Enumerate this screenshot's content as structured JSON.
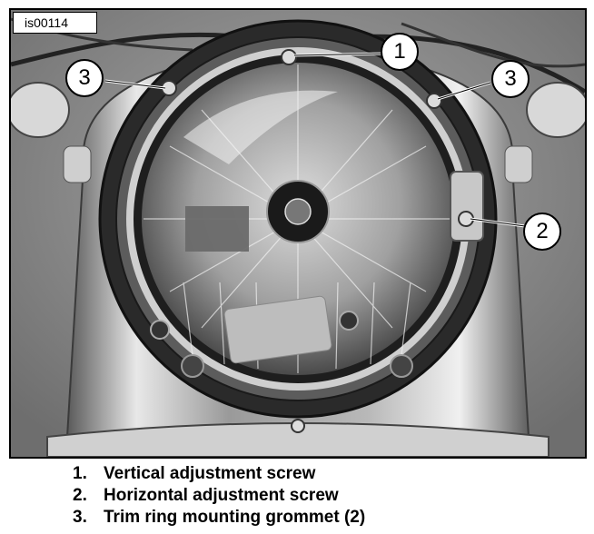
{
  "figure": {
    "id_label": "is00114",
    "callouts": [
      {
        "label": "1"
      },
      {
        "label": "3"
      },
      {
        "label": "3"
      },
      {
        "label": "2"
      }
    ]
  },
  "legend": [
    {
      "number": "1.",
      "text": "Vertical adjustment screw"
    },
    {
      "number": "2.",
      "text": "Horizontal adjustment screw"
    },
    {
      "number": "3.",
      "text": "Trim ring mounting grommet (2)"
    }
  ]
}
